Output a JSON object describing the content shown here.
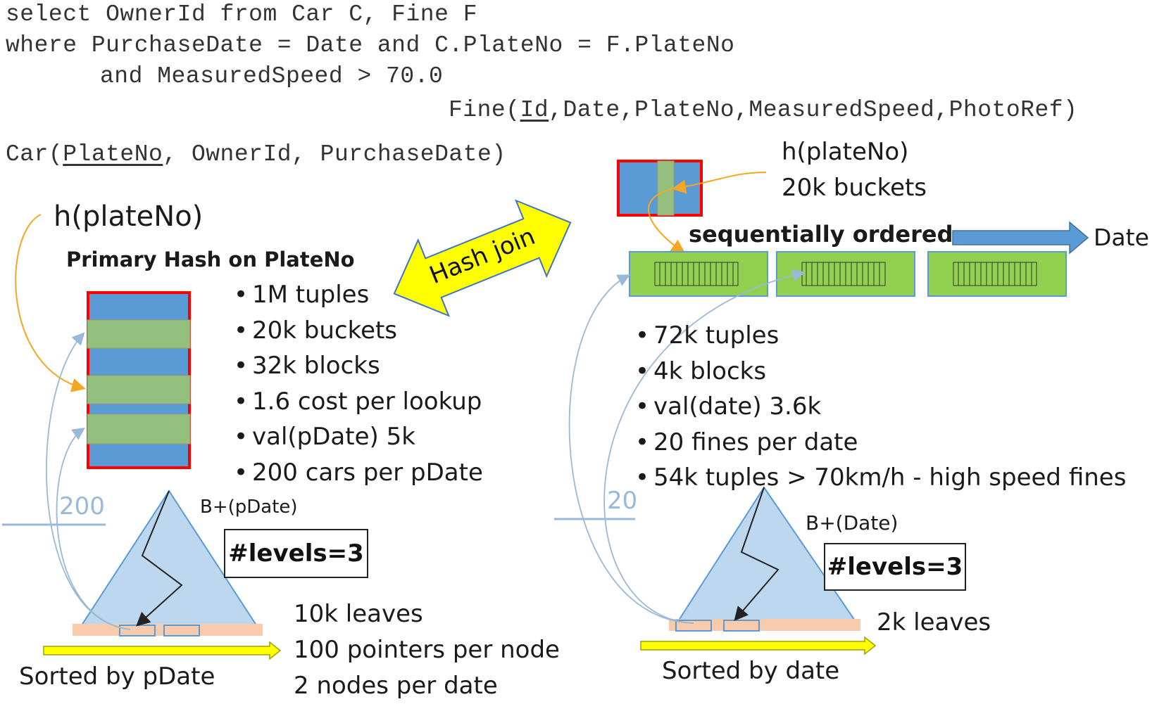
{
  "query": {
    "line1": "select OwnerId from Car C, Fine F",
    "line2": "where PurchaseDate = Date and C.PlateNo = F.PlateNo",
    "line3": "and MeasuredSpeed > 70.0"
  },
  "fine_schema": {
    "prefix": "Fine(",
    "key": "Id",
    "rest": ",Date,PlateNo,MeasuredSpeed,PhotoRef)"
  },
  "car_schema": {
    "prefix": "Car(",
    "key": "PlateNo",
    "rest": ", OwnerId, PurchaseDate)"
  },
  "left": {
    "hash_label": "h(plateNo)",
    "index_title": "Primary Hash on PlateNo",
    "stats": [
      "1M tuples",
      "20k buckets",
      "32k blocks",
      "1.6 cost per lookup",
      "val(pDate) 5k",
      "200 cars per pDate"
    ],
    "pointer_count": "200",
    "btree_label": "B+(pDate)",
    "levels": "#levels=3",
    "leaf_stats": [
      "10k leaves",
      "100 pointers per node",
      "2 nodes per date"
    ],
    "sorted_label": "Sorted by pDate"
  },
  "join_label": "Hash join",
  "right": {
    "hash_label": "h(plateNo)",
    "buckets": "20k buckets",
    "seq_label": "sequentially ordered",
    "date_label": "Date",
    "stats": [
      "72k tuples",
      "4k blocks",
      "val(date) 3.6k",
      "20 fines per date",
      "54k tuples > 70km/h - high speed fines"
    ],
    "pointer_count": "20",
    "btree_label": "B+(Date)",
    "levels": "#levels=3",
    "leaf_stats": [
      "2k leaves"
    ],
    "sorted_label": "Sorted by date"
  },
  "colors": {
    "blue": "#5b9bd5",
    "green": "#93bf7f",
    "bright_green": "#92d050",
    "red": "#ff0000",
    "light_blue": "#bdd7ee",
    "peach": "#f8cbad",
    "yellow": "#ffff00",
    "orange": "#f5a623",
    "pointer_blue": "#9ab8d8"
  }
}
